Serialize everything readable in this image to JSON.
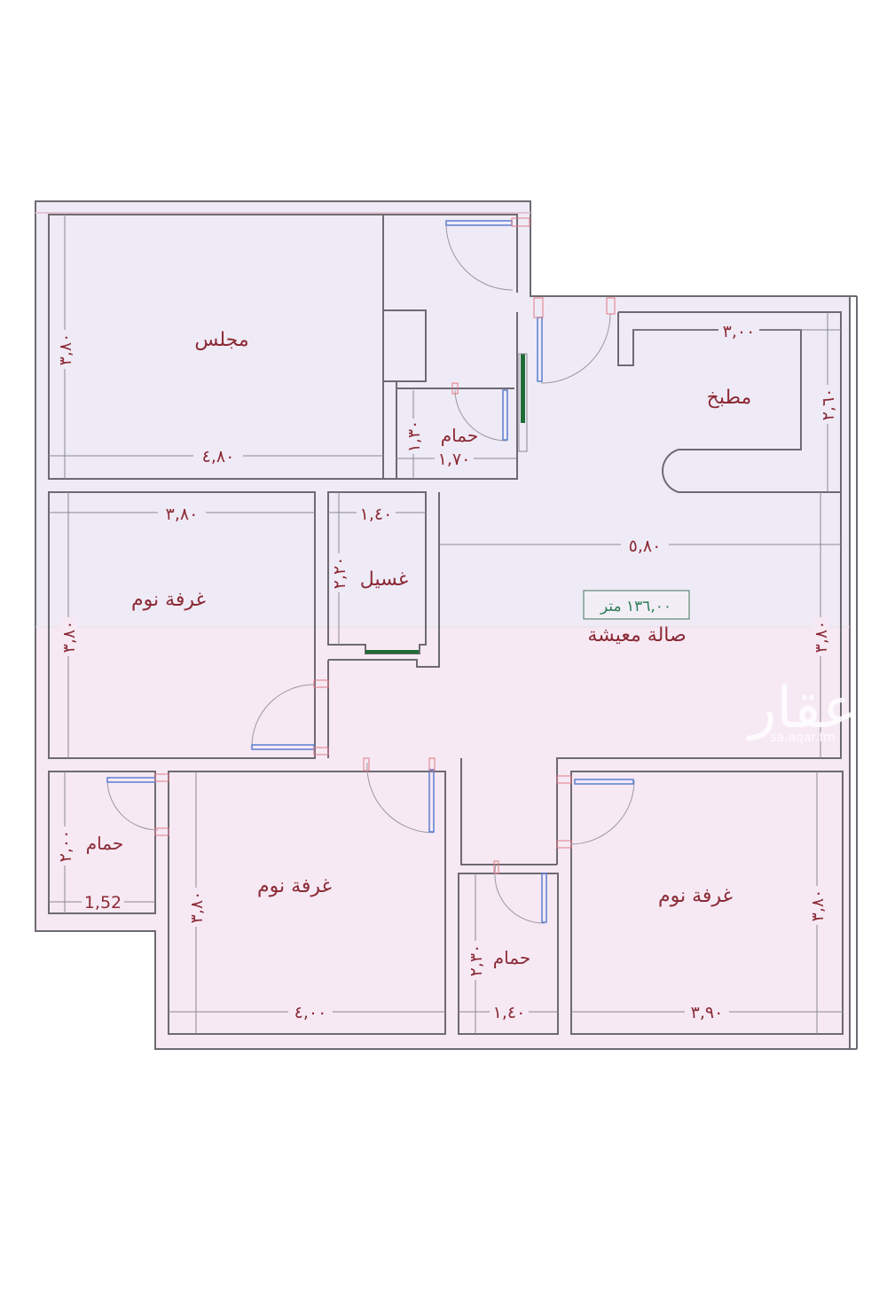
{
  "plan": {
    "total_area_label": "١٣٦,٠٠ متر",
    "colors": {
      "wall": "#6e6a72",
      "dim_line": "#8a8890",
      "text": "#8b2a35",
      "area_text": "#2e7d55",
      "upper_fill": "#efebf6",
      "lower_fill": "#f6e9f4",
      "door_frame": "#e07a85",
      "window_blue": "#5b7fd0",
      "opening_green": "#1f6b35"
    },
    "rooms": [
      {
        "id": "majlis",
        "name": "مجلس",
        "width": "٤,٨٠",
        "depth": "٣,٨٠"
      },
      {
        "id": "bath-1",
        "name": "حمام",
        "width": "١,٧٠",
        "depth": "١,٣٠"
      },
      {
        "id": "kitchen",
        "name": "مطبخ",
        "width": "٣,٠٠",
        "depth": "٢,٦٠"
      },
      {
        "id": "bedroom-1",
        "name": "غرفة نوم",
        "width": "٣,٨٠",
        "depth": "٣,٨٠"
      },
      {
        "id": "laundry",
        "name": "غسيل",
        "width": "١,٤٠",
        "depth": "٢,٢٠"
      },
      {
        "id": "living",
        "name": "صالة معيشة",
        "width": "٥,٨٠",
        "depth": "٣,٨٠"
      },
      {
        "id": "bath-2",
        "name": "حمام",
        "width": "1,52",
        "depth": "٢,٠٠"
      },
      {
        "id": "bedroom-2",
        "name": "غرفة نوم",
        "width": "٤,٠٠",
        "depth": "٣,٨٠"
      },
      {
        "id": "bath-3",
        "name": "حمام",
        "width": "١,٤٠",
        "depth": "٢,٣٠"
      },
      {
        "id": "bedroom-3",
        "name": "غرفة نوم",
        "width": "٣,٩٠",
        "depth": "٣,٨٠"
      }
    ]
  },
  "watermark": {
    "logo_text": "عقار",
    "url_text": "sa.aqar.fm"
  }
}
